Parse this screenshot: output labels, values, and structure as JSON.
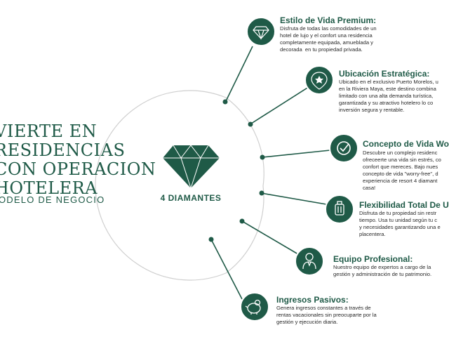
{
  "left": {
    "title": "VIERTE EN\nRESIDENCIAS\nCON OPERACION\nHOTELERA",
    "subtitle": "ODELO DE NEGOCIO"
  },
  "center": {
    "label": "4 DIAMANTES",
    "icon": "diamond-icon"
  },
  "colors": {
    "accent": "#1f5a47",
    "line": "#bfbfbf"
  },
  "items": [
    {
      "title": "Estilo de Vida Premium:",
      "desc": "Disfruta de todas las comodidades de un\nhotel de lujo y el confort una residencia\ncompletamente equipada, amueblada y\ndecorada  en tu propiedad privada.",
      "icon": "diamond-icon"
    },
    {
      "title": "Ubicación Estratégica:",
      "desc": "Ubicado en el exclusivo Puerto Morelos, u\nen la Riviera Maya, este destino combina\nlimitado con una alta demanda turística,\ngarantizada y su atractivo hotelero lo co\ninversión segura y rentable.",
      "icon": "location-badge-icon"
    },
    {
      "title": "Concepto de Vida Wo",
      "desc": "Descubre un complejo residenc\nofreceerte una vida sin estrés, co\nconfort que mereces. Bajo nues\nconcepto de vida \"worry-free\", d\nexperiencia de resort 4 diamant\ncasa!",
      "icon": "check-circle-icon"
    },
    {
      "title": "Flexibilidad Total De U",
      "desc": "Disfruta de tu propiedad sin restr\ntiempo. Usa tu unidad según tu c\ny necesidades garantizando una e\nplacentera.",
      "icon": "luggage-icon"
    },
    {
      "title": "Equipo Profesional:",
      "desc": "Nuestro equipo de expertos a cargo de la\ngestión y administración de tu patrimonio.",
      "icon": "professional-person-icon"
    },
    {
      "title": "Ingresos Pasivos:",
      "desc": "Genera ingresos constantes a través de\nrentas vacacionales sin preocuparte por la\ngestión y ejecución diaria.",
      "icon": "piggy-bank-icon"
    }
  ]
}
